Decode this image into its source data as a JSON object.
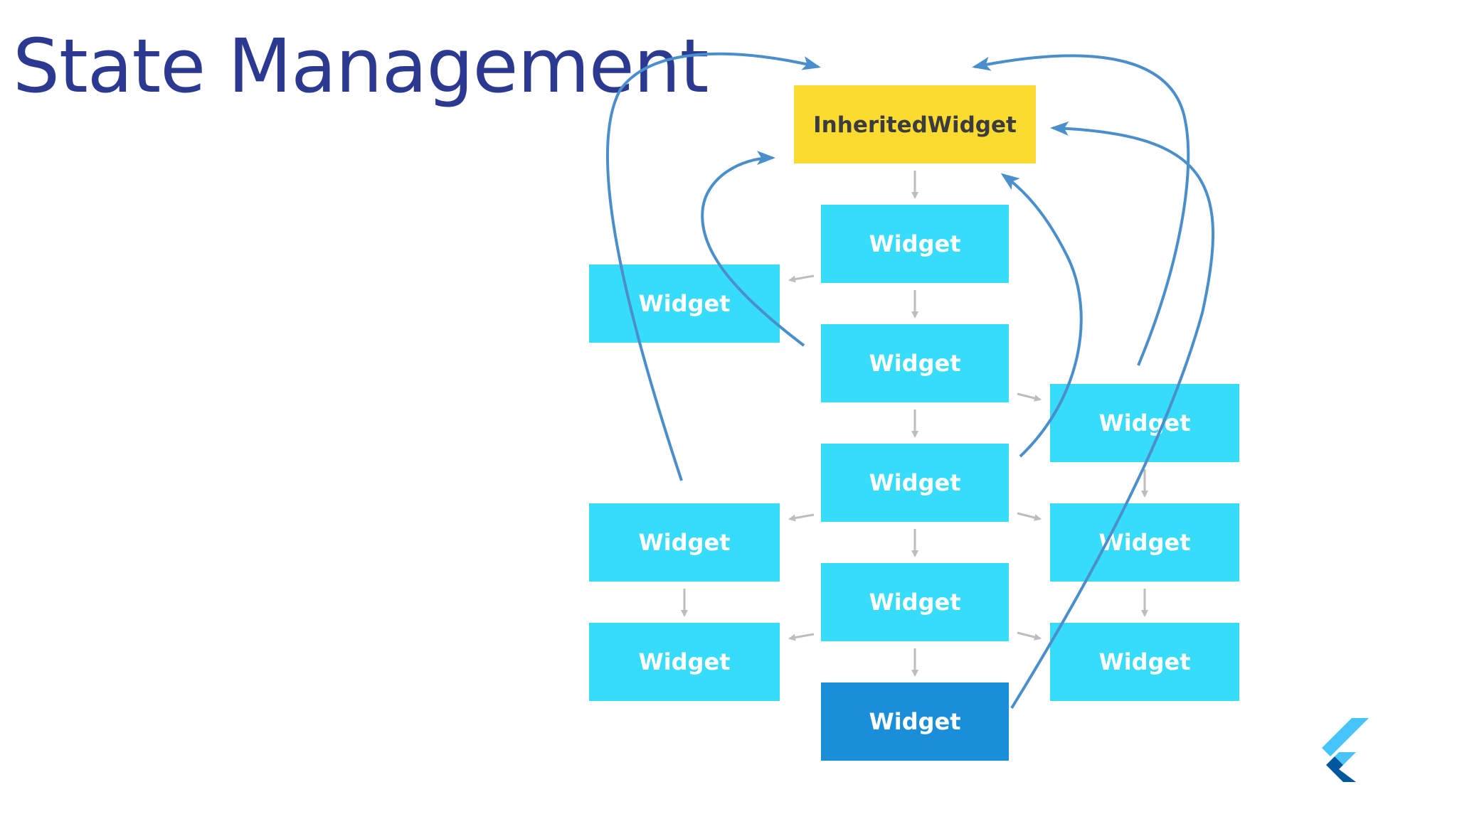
{
  "slide": {
    "title": "State Management"
  },
  "colors": {
    "title": "#2b3990",
    "root_fill": "#fbdb30",
    "widget_fill": "#38dcfb",
    "selected_fill": "#1a8ed8",
    "tree_arrow": "#bdbdbd",
    "access_arrow": "#4a8fcb",
    "logo_light": "#47c5fb",
    "logo_dark": "#01579b"
  },
  "diagram": {
    "nodes": [
      {
        "id": "inherited",
        "label": "InheritedWidget",
        "kind": "root"
      },
      {
        "id": "c1",
        "label": "Widget",
        "kind": "widget"
      },
      {
        "id": "l1",
        "label": "Widget",
        "kind": "widget"
      },
      {
        "id": "c2",
        "label": "Widget",
        "kind": "widget"
      },
      {
        "id": "r1",
        "label": "Widget",
        "kind": "widget"
      },
      {
        "id": "c3",
        "label": "Widget",
        "kind": "widget"
      },
      {
        "id": "l2",
        "label": "Widget",
        "kind": "widget"
      },
      {
        "id": "r2",
        "label": "Widget",
        "kind": "widget"
      },
      {
        "id": "c4",
        "label": "Widget",
        "kind": "widget"
      },
      {
        "id": "l3",
        "label": "Widget",
        "kind": "widget"
      },
      {
        "id": "r3",
        "label": "Widget",
        "kind": "widget"
      },
      {
        "id": "c5",
        "label": "Widget",
        "kind": "selected"
      }
    ],
    "tree_edges": [
      [
        "inherited",
        "c1"
      ],
      [
        "c1",
        "c2"
      ],
      [
        "c1",
        "l1"
      ],
      [
        "c2",
        "c3"
      ],
      [
        "c2",
        "r1"
      ],
      [
        "c3",
        "c4"
      ],
      [
        "c3",
        "l2"
      ],
      [
        "c3",
        "r2"
      ],
      [
        "r1",
        "r2"
      ],
      [
        "l2",
        "l3"
      ],
      [
        "r2",
        "r3"
      ],
      [
        "c4",
        "c5"
      ],
      [
        "c4",
        "l3"
      ],
      [
        "c4",
        "r3"
      ]
    ],
    "access_arrows": [
      {
        "from": "l2",
        "to": "inherited"
      },
      {
        "from": "c2",
        "to": "inherited"
      },
      {
        "from": "r1",
        "to": "inherited"
      },
      {
        "from": "c3",
        "to": "inherited"
      },
      {
        "from": "c5",
        "to": "inherited"
      }
    ]
  },
  "logo": {
    "icon": "flutter-logo-icon"
  }
}
